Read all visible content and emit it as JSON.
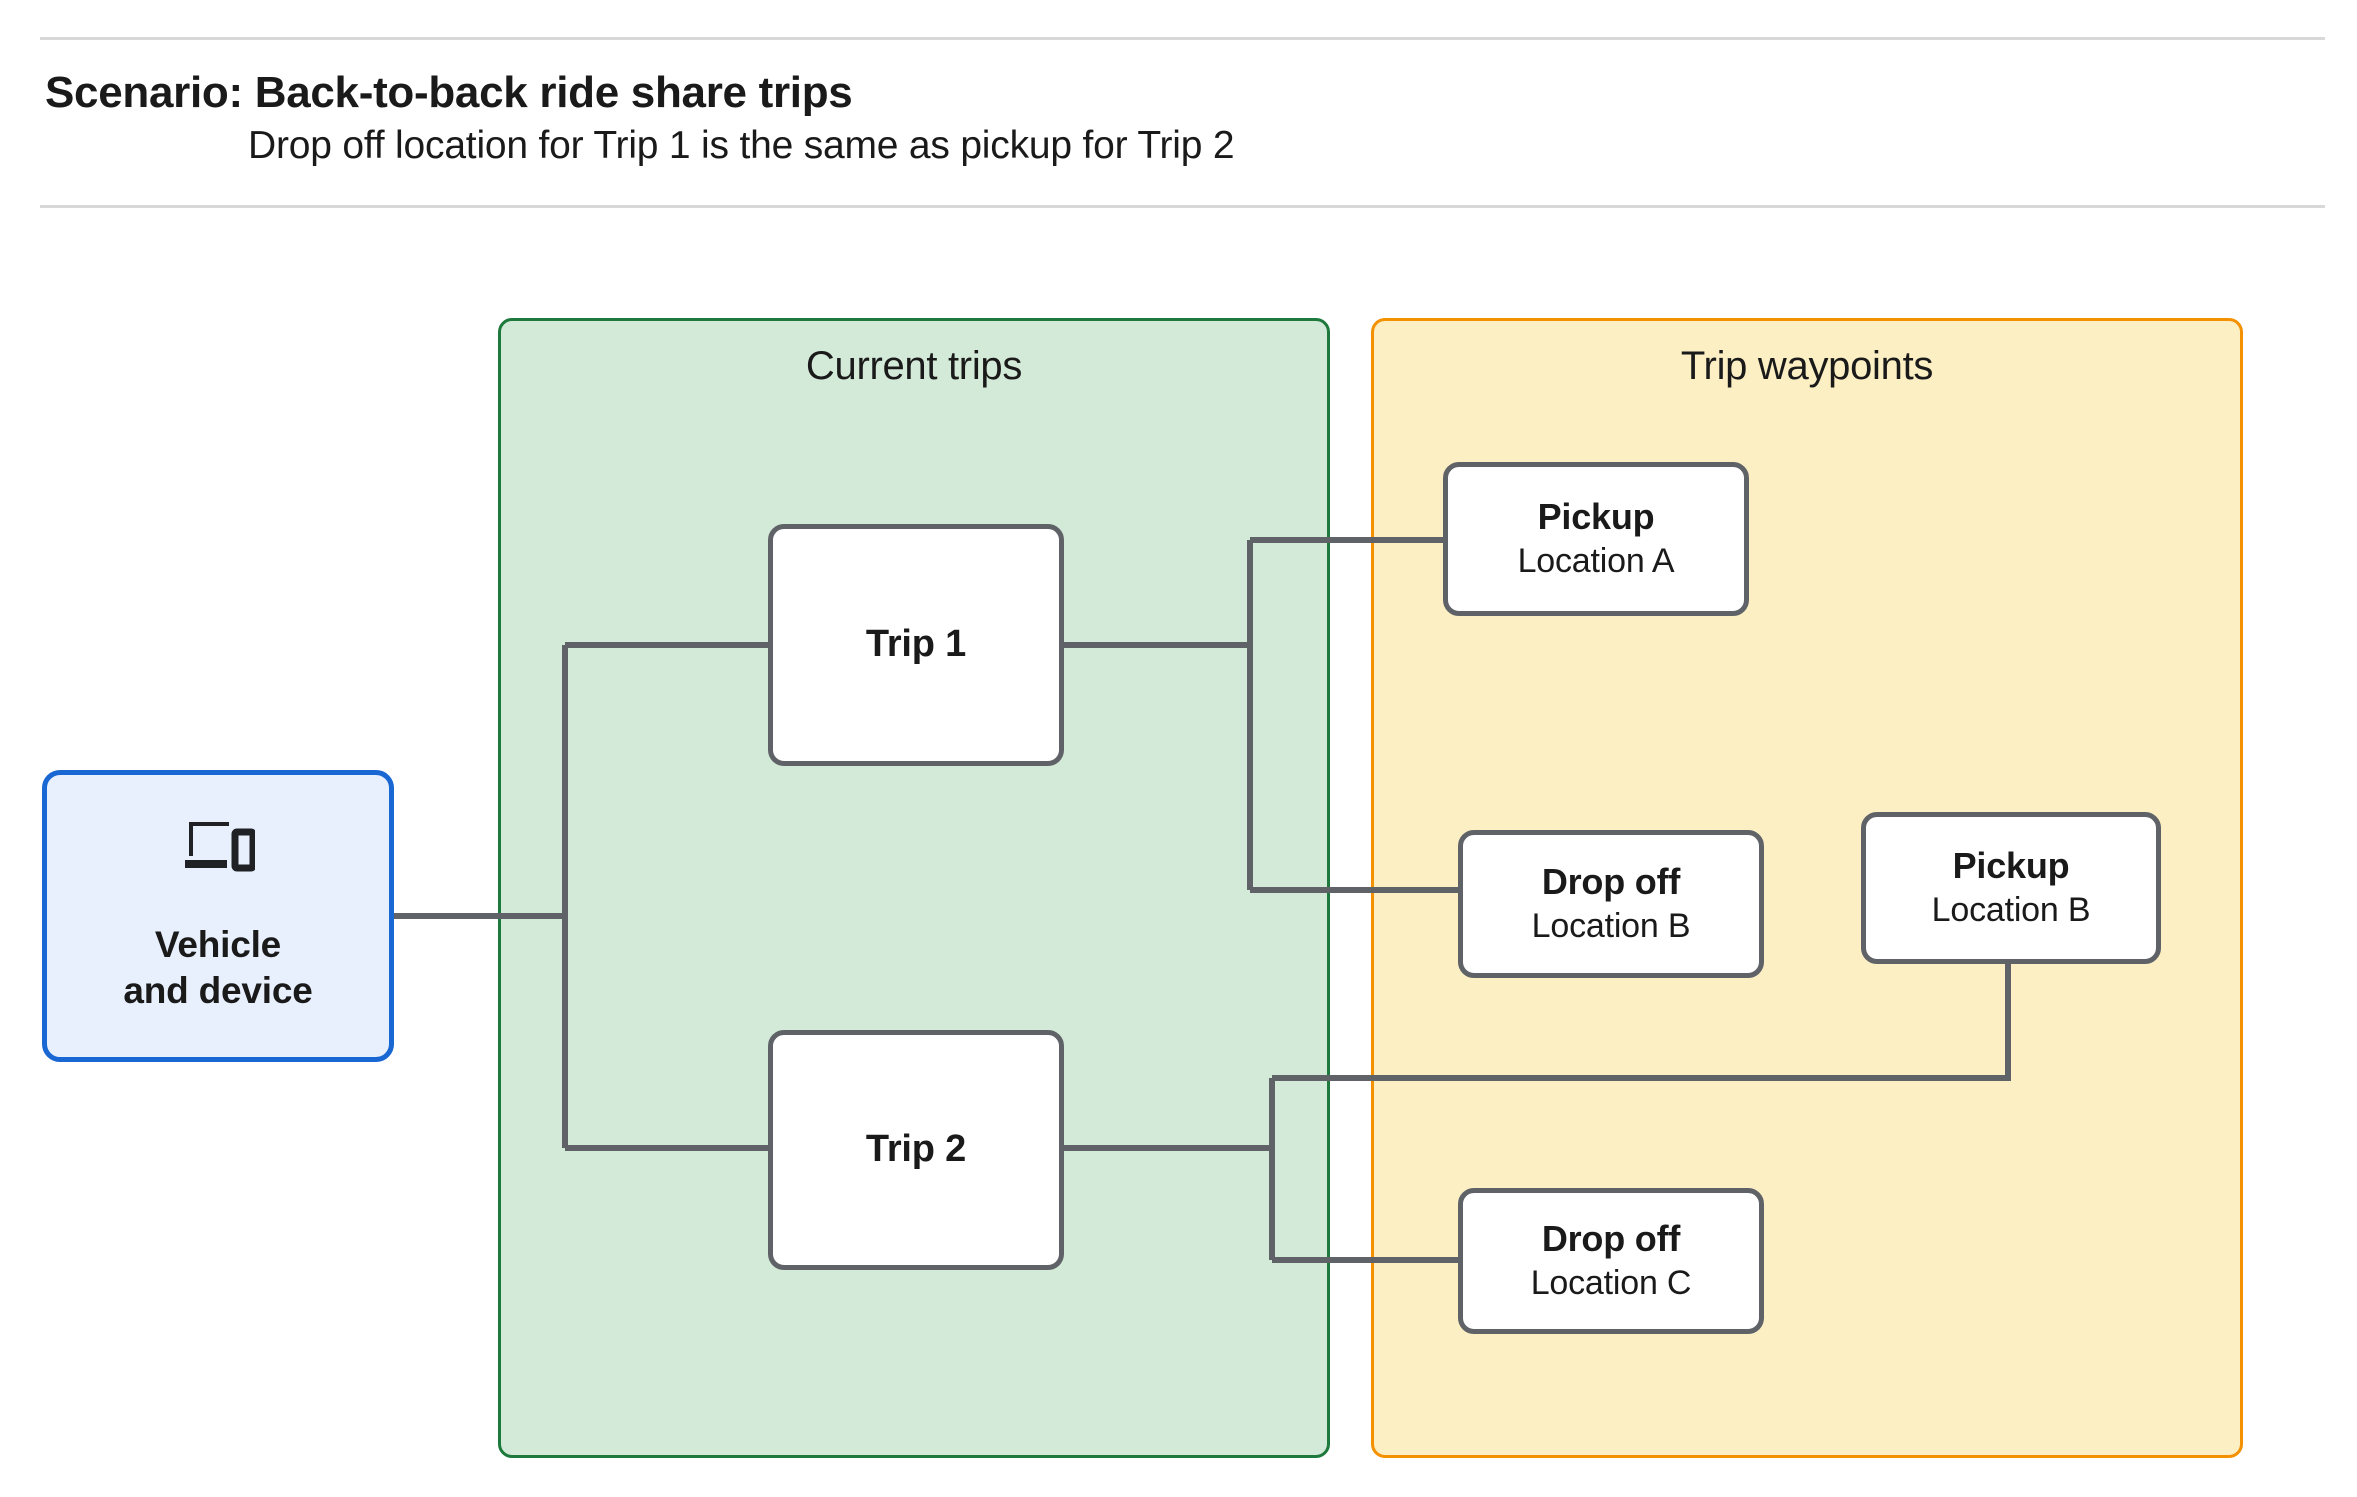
{
  "header": {
    "title": "Scenario: Back-to-back ride share trips",
    "subtitle": "Drop off  location for Trip 1 is the same as pickup for Trip 2"
  },
  "panels": {
    "current_trips": {
      "title": "Current trips",
      "fill": "#d4ead8",
      "border": "#1e7a3c"
    },
    "trip_waypoints": {
      "title": "Trip waypoints",
      "fill": "#fcefc4",
      "border": "#f39100"
    }
  },
  "vehicle": {
    "label": "Vehicle\nand device",
    "icon": "laptop-and-phone-icon",
    "fill": "#e8f0fe",
    "border": "#1967d2"
  },
  "trips": [
    {
      "label": "Trip 1"
    },
    {
      "label": "Trip 2"
    }
  ],
  "waypoints": [
    {
      "type": "Pickup",
      "location": "Location A"
    },
    {
      "type": "Drop off",
      "location": "Location B"
    },
    {
      "type": "Pickup",
      "location": "Location B"
    },
    {
      "type": "Drop off",
      "location": "Location C"
    }
  ],
  "connector_color": "#5f6368"
}
